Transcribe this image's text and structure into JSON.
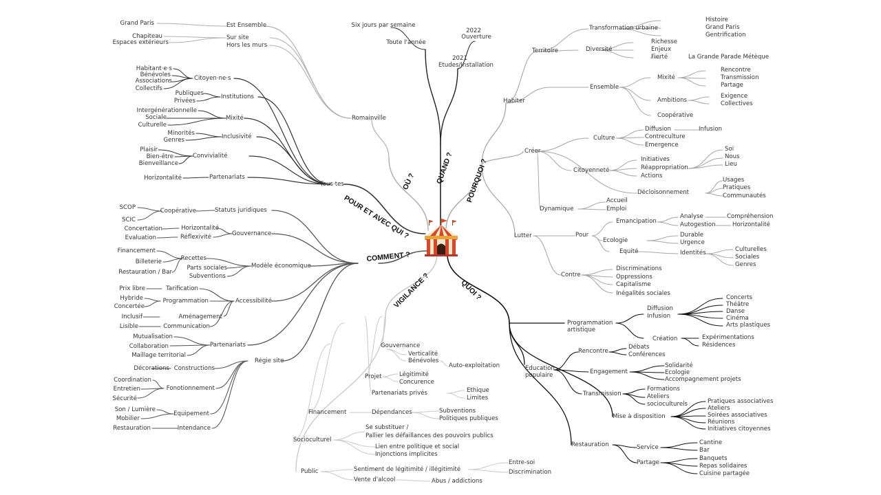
{
  "center": {
    "icon": "circus-tent-icon",
    "colors": {
      "red": "#d9472b",
      "cream": "#f4e6c8",
      "gold": "#e8a33a"
    }
  },
  "colors": {
    "quand": "#222222",
    "pourquoi": "#a6a6a6",
    "quoi": "#111111",
    "vigilance": "#c8c8c8",
    "comment": "#555555",
    "pour_avec": "#333333",
    "ou": "#b0b0b0"
  },
  "labels": {
    "quand": "QUAND ?",
    "pourquoi": "POURQUOI ?",
    "quoi": "QUOI ?",
    "vigilance": "VIGILANCE ?",
    "comment": "COMMENT ?",
    "pour_avec": "POUR ET AVEC QUI ?",
    "ou": "OÙ ?",
    "six_jours": "Six jours par semaine",
    "toute_annee": "Toute l'année",
    "y2022": "2022",
    "ouverture": "Ouverture",
    "y2021": "2021",
    "etudes": "Etudes/Installation",
    "habiter": "Habiter",
    "territoire": "Territoire",
    "transfo": "Transformation urbaine",
    "histoire": "Histoire",
    "grand_paris_r": "Grand Paris",
    "gentrification": "Gentrification",
    "diversite": "Diversité",
    "richesse": "Richesse",
    "enjeux": "Enjeux",
    "fierte": "Fierté",
    "grande_parade": "La Grande Parade Métèque",
    "ensemble": "Ensemble",
    "mixite_r": "Mixité",
    "rencontre": "Rencontre",
    "transmission_r": "Transmission",
    "partage_r": "Partage",
    "ambitions": "Ambitions",
    "exigence": "Exigence",
    "collectives": "Collectives",
    "cooperative_r": "Coopérative",
    "creer": "Créer",
    "culture": "Culture",
    "diffusion_r": "Diffusion",
    "infusion_r": "Infusion",
    "contreculture": "Contreculture",
    "emergence": "Emergence",
    "citoyennete": "Citoyenneté",
    "initiatives": "Initiatives",
    "reappropriation": "Réappropriation",
    "actions": "Actions",
    "soi": "Soi",
    "nous": "Nous",
    "lieu": "Lieu",
    "decloisonnement": "Décloisonnement",
    "usages": "Usages",
    "pratiques": "Pratiques",
    "communautes": "Communautés",
    "dynamique": "Dynamique",
    "accueil": "Accueil",
    "emploi": "Emploi",
    "lutter": "Lutter",
    "pour": "Pour",
    "emancipation": "Emancipation",
    "analyse": "Analyse",
    "comprehension": "Compréhension",
    "autogestion": "Autogestion",
    "horizontalite_r": "Horizontalité",
    "ecologie_r": "Ecologie",
    "durable": "Durable",
    "urgence": "Urgence",
    "equite": "Equité",
    "identites": "Identités",
    "culturelles": "Culturelles",
    "sociales": "Sociales",
    "genres_r": "Genres",
    "contre": "Contre",
    "discriminations": "Discriminations",
    "oppressions": "Oppressions",
    "capitalisme": "Capitalisme",
    "inegalites": "Inégalités sociales",
    "programmation_artistique": "Programmation\nartistique",
    "diffusion_q": "Diffusion",
    "infusion_q": "Infusion",
    "concerts": "Concerts",
    "theatre": "Théâtre",
    "danse": "Danse",
    "cinema": "Cinéma",
    "arts_plastiques": "Arts plastiques",
    "creation": "Création",
    "experimentations": "Expérimentations",
    "residences": "Résidences",
    "education_populaire": "Education\npopulaire",
    "rencontre_q": "Rencontre",
    "debats": "Débats",
    "conferences": "Conférences",
    "engagement": "Engagement",
    "solidarite": "Solidarité",
    "ecologie_q": "Ecologie",
    "accompagnement": "Accompagnement projets",
    "transmission_q": "Transmission",
    "formations": "Formations",
    "ateliers_q": "Ateliers",
    "socioculturels": "socioculturels",
    "mise_disposition": "Mise à disposition",
    "pratiques_asso": "Pratiques associatives",
    "ateliers_m": "Ateliers",
    "soirees": "Soirées associatives",
    "reunions": "Réunions",
    "initiatives_cit": "Initiatives citoyennes",
    "restauration_q": "Restauration",
    "service": "Service",
    "cantine": "Cantine",
    "bar_q": "Bar",
    "partage_q": "Partage",
    "banquets": "Banquets",
    "repas": "Repas solidaires",
    "cuisine": "Cuisine partagée",
    "gouvernance_v": "Gouvernance",
    "verticalite": "Verticalité",
    "benevoles_v": "Bénévoles",
    "auto_exploitation": "Auto-exploitation",
    "projet": "Projet",
    "legitimite": "Légitimité",
    "concurrence": "Concurence",
    "partenariats_prives": "Partenariats privés",
    "ethique": "Ethique",
    "limites": "Limites",
    "financement_v": "Financement",
    "dependances": "Dépendances",
    "subventions_v": "Subventions",
    "politiques_publiques": "Politiques publiques",
    "socioculturel": "Socioculturel",
    "se_substituer": "Se substituer /",
    "pallier": "Pallier les défaillances des pouvoirs publics",
    "lien_politique": "Lien entre politique et social",
    "injonctions": "Injonctions implicites",
    "public": "Public",
    "sentiment": "Sentiment de légitimité / illégitimité",
    "entre_soi": "Entre-soi",
    "discrimination_v": "Discrimination",
    "vente_alcool": "Vente d'alcool",
    "abus": "Abus / addictions",
    "romainville": "Romainville",
    "est_ensemble": "Est Ensemble",
    "grand_paris_l": "Grand Paris",
    "sur_site": "Sur site",
    "hors_murs": "Hors les murs",
    "chapiteau": "Chapiteau",
    "espaces_ext": "Espaces extérieurs",
    "tous_tes": "Tous·tes",
    "citoyens": "Citoyen·ne·s",
    "habitants": "Habitant·e·s",
    "benevoles_p": "Bénévoles",
    "associations": "Associations",
    "collectifs": "Collectifs",
    "institutions": "Institutions",
    "publiques": "Publiques",
    "privees": "Privées",
    "mixite_p": "Mixité",
    "intergen": "Intergénérationnelle",
    "sociale": "Sociale",
    "culturelle": "Culturelle",
    "inclusivite": "Inclusivité",
    "minorites": "Minorités",
    "genres_p": "Genres",
    "convivialite": "Convivialité",
    "plaisir": "Plaisir",
    "bien_etre": "Bien-être",
    "bienveillance": "Bienveillance",
    "partenariats_p": "Partenariats",
    "horizontalite_p": "Horizontalité",
    "statuts": "Statuts juridiques",
    "cooperative_c": "Coopérative",
    "scop": "SCOP",
    "scic": "SCIC",
    "gouvernance_c": "Gouvernance",
    "horizontalite_c": "Horizontalité",
    "concertation": "Concertation",
    "reflexivite": "Réflexivité",
    "evaluation": "Evaluation",
    "modele_eco": "Modèle économique",
    "recettes": "Recettes",
    "financement_c": "Financement",
    "billeterie": "Billeterie",
    "restauration_bar": "Restauration / Bar",
    "parts_sociales": "Parts sociales",
    "subventions_c": "Subventions",
    "accessibilite": "Accessibilité",
    "tarification": "Tarification",
    "prix_libre": "Prix libre",
    "programmation_c": "Programmation",
    "hybride": "Hybride",
    "concertee": "Concertée",
    "amenagement": "Aménagement",
    "inclusif": "Inclusif",
    "communication": "Communication",
    "lisible": "Lisible",
    "partenariats_c": "Partenariats",
    "mutualisation": "Mutualisation",
    "collaboration": "Collaboration",
    "maillage": "Maillage territorial",
    "regie_site": "Régie site",
    "constructions": "Constructions",
    "decorations": "Décorations",
    "fonctionnement": "Fonotionnement",
    "coordination": "Coordination",
    "entretien": "Entretien",
    "securite": "Sécurité",
    "equipement": "Equipement",
    "son_lumiere": "Son / Lumière",
    "mobilier": "Mobilier",
    "intendance": "Intendance",
    "restauration_c": "Restauration"
  }
}
